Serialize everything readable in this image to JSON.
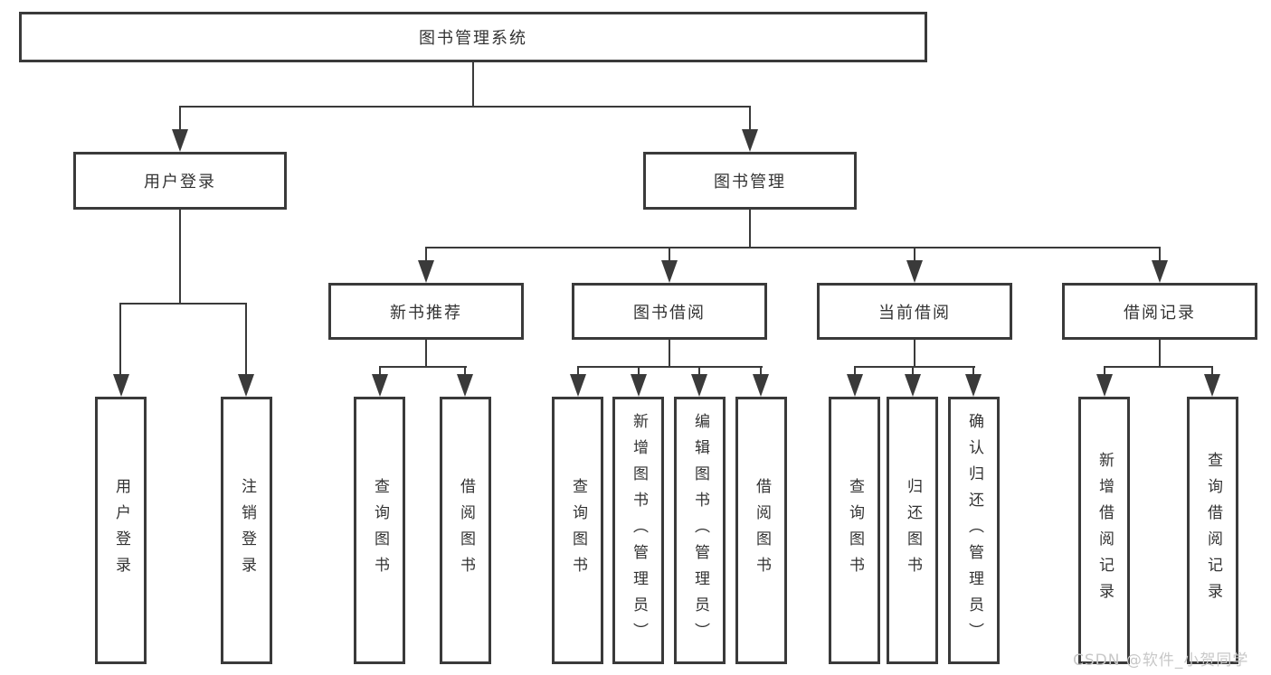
{
  "diagram": {
    "title": "图书管理系统",
    "type": "hierarchy-diagram",
    "colors": {
      "border": "#3a3a3a",
      "text": "#333333",
      "line": "#3a3a3a",
      "background": "#ffffff",
      "watermark": "#c8c8c8"
    },
    "watermark": "CSDN @软件_小贺同学",
    "tree": {
      "label": "图书管理系统",
      "children": [
        {
          "label": "用户登录",
          "children": [
            {
              "label": "用户登录"
            },
            {
              "label": "注销登录"
            }
          ]
        },
        {
          "label": "图书管理",
          "children": [
            {
              "label": "新书推荐",
              "children": [
                {
                  "label": "查询图书"
                },
                {
                  "label": "借阅图书"
                }
              ]
            },
            {
              "label": "图书借阅",
              "children": [
                {
                  "label": "查询图书"
                },
                {
                  "label": "新增图书（管理员）"
                },
                {
                  "label": "编辑图书（管理员）"
                },
                {
                  "label": "借阅图书"
                }
              ]
            },
            {
              "label": "当前借阅",
              "children": [
                {
                  "label": "查询图书"
                },
                {
                  "label": "归还图书"
                },
                {
                  "label": "确认归还（管理员）"
                }
              ]
            },
            {
              "label": "借阅记录",
              "children": [
                {
                  "label": "新增借阅记录"
                },
                {
                  "label": "查询借阅记录"
                }
              ]
            }
          ]
        }
      ]
    }
  }
}
